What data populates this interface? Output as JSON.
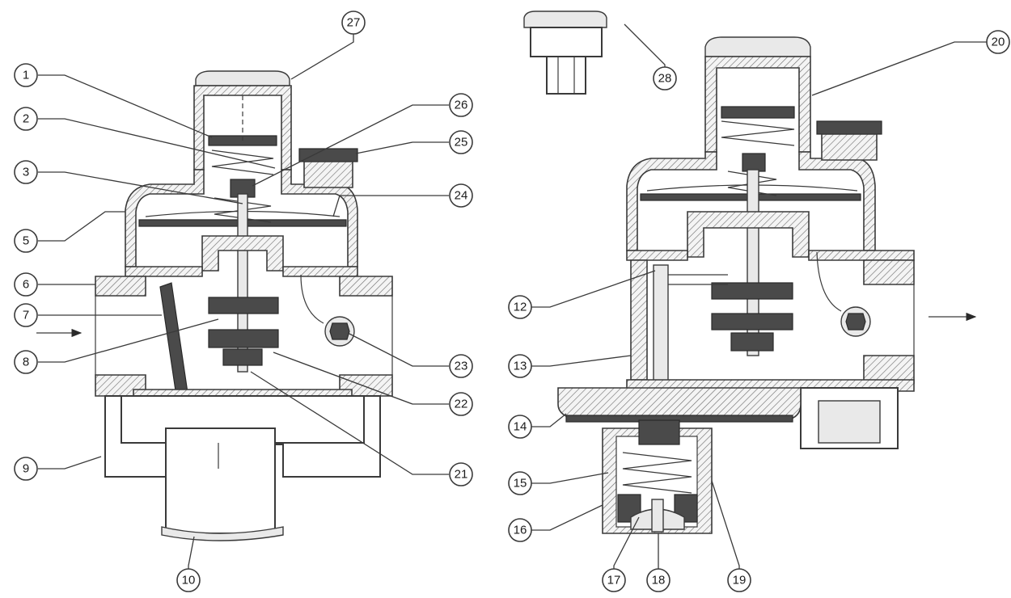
{
  "callouts": [
    {
      "id": "1",
      "label": "1"
    },
    {
      "id": "2",
      "label": "2"
    },
    {
      "id": "3",
      "label": "3"
    },
    {
      "id": "5",
      "label": "5"
    },
    {
      "id": "6",
      "label": "6"
    },
    {
      "id": "7",
      "label": "7"
    },
    {
      "id": "8",
      "label": "8"
    },
    {
      "id": "9",
      "label": "9"
    },
    {
      "id": "10",
      "label": "10"
    },
    {
      "id": "12",
      "label": "12"
    },
    {
      "id": "13",
      "label": "13"
    },
    {
      "id": "14",
      "label": "14"
    },
    {
      "id": "15",
      "label": "15"
    },
    {
      "id": "16",
      "label": "16"
    },
    {
      "id": "17",
      "label": "17"
    },
    {
      "id": "18",
      "label": "18"
    },
    {
      "id": "19",
      "label": "19"
    },
    {
      "id": "20",
      "label": "20"
    },
    {
      "id": "21",
      "label": "21"
    },
    {
      "id": "22",
      "label": "22"
    },
    {
      "id": "23",
      "label": "23"
    },
    {
      "id": "24",
      "label": "24"
    },
    {
      "id": "25",
      "label": "25"
    },
    {
      "id": "26",
      "label": "26"
    },
    {
      "id": "27",
      "label": "27"
    },
    {
      "id": "28",
      "label": "28"
    }
  ],
  "flow_arrows": [
    {
      "id": "inlet",
      "direction": "right"
    },
    {
      "id": "outlet",
      "direction": "right"
    }
  ]
}
